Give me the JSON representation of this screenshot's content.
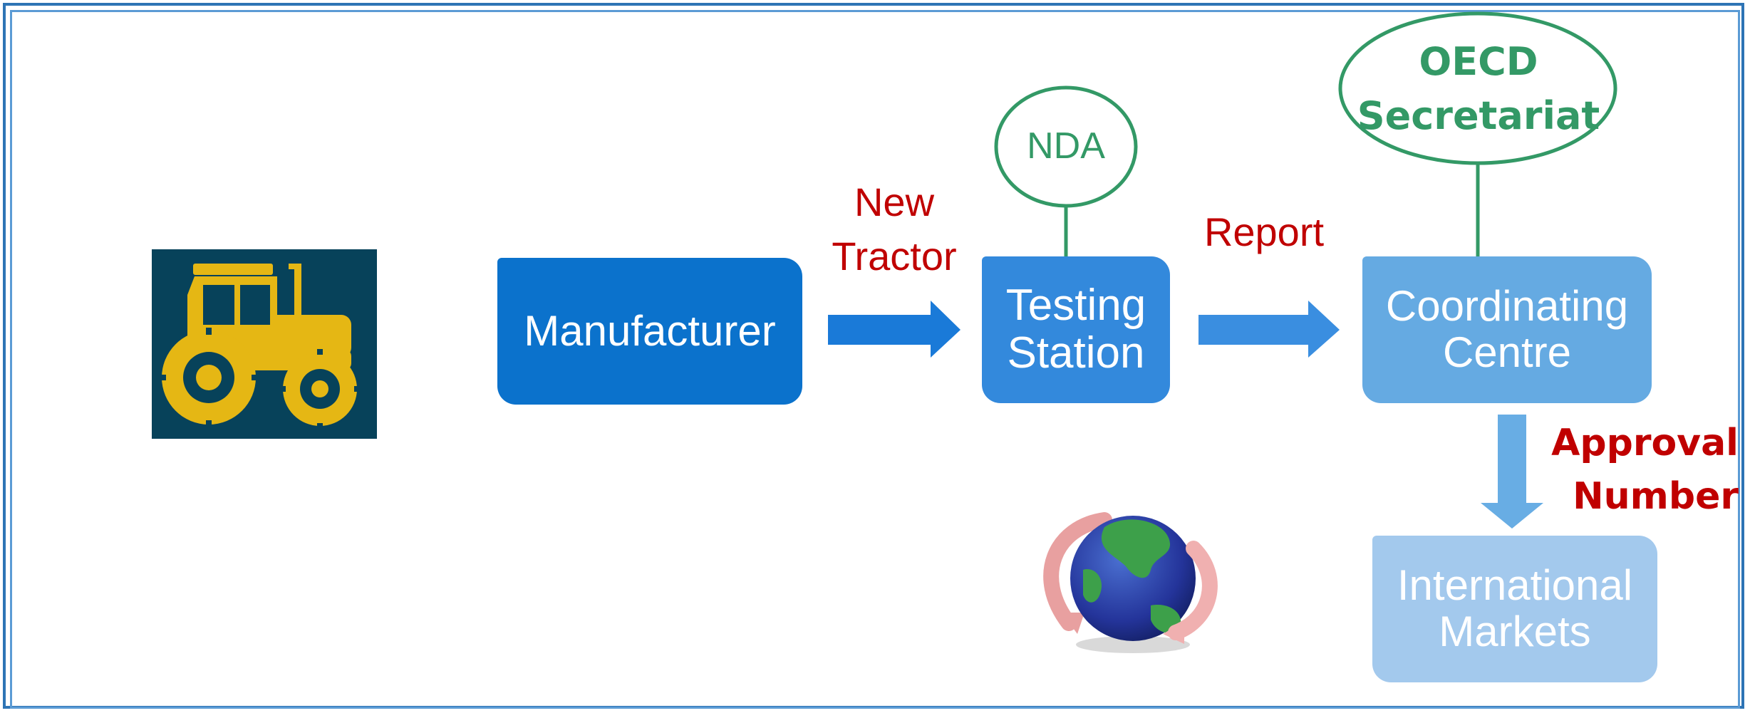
{
  "diagram": {
    "nodes": {
      "manufacturer": "Manufacturer",
      "testing_station": [
        "Testing",
        "Station"
      ],
      "coordinating_centre": [
        "Coordinating",
        "Centre"
      ],
      "international_markets": [
        "International",
        "Markets"
      ],
      "nda": "NDA",
      "oecd_secretariat": [
        "OECD",
        "Secretariat"
      ]
    },
    "edge_labels": {
      "new_tractor": [
        "New",
        "Tractor"
      ],
      "report": "Report",
      "approval_number": [
        "Approval",
        "Number"
      ]
    },
    "icons": [
      "tractor-icon",
      "globe-icon"
    ],
    "colors": {
      "manufacturer_box": "#0b72cc",
      "testing_box": "#3389dc",
      "coordinating_box": "#65aae2",
      "international_box": "#a3c9ed",
      "label_red": "#c00000",
      "ellipse_green": "#339966",
      "tractor_bg": "#07425a",
      "tractor_fg": "#e5b714"
    }
  }
}
